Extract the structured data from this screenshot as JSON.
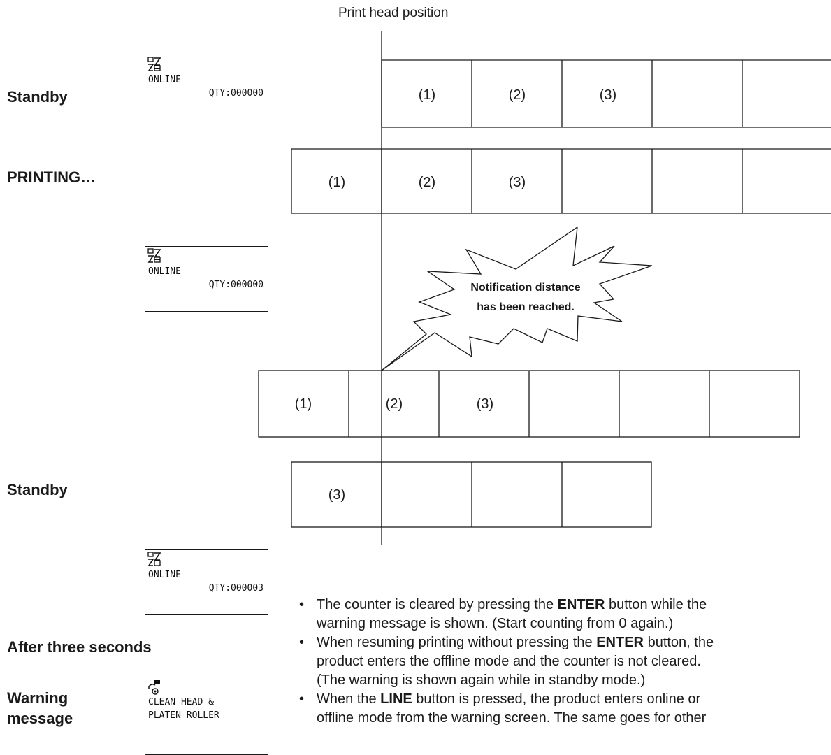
{
  "header": {
    "print_head_label": "Print head position"
  },
  "states": {
    "standby_1": "Standby",
    "printing": "PRINTING…",
    "standby_2": "Standby",
    "after_three_seconds": "After three seconds",
    "warning_line1": "Warning",
    "warning_line2": "message"
  },
  "lcd": {
    "online": "ONLINE",
    "qty_0": "QTY:000000",
    "qty_3": "QTY:000003",
    "warning_line1": "CLEAN HEAD &",
    "warning_line2": "PLATEN ROLLER"
  },
  "labels": {
    "l1": "(1)",
    "l2": "(2)",
    "l3": "(3)"
  },
  "callout": {
    "line1": "Notification distance",
    "line2": "has been reached."
  },
  "notes": [
    [
      {
        "t": "The counter is cleared by pressing the "
      },
      {
        "t": "ENTER",
        "b": true
      },
      {
        "t": " button while the"
      }
    ],
    [
      {
        "t": "warning message is shown. (Start counting from 0 again.)"
      }
    ],
    [
      {
        "t": "When resuming printing without pressing the "
      },
      {
        "t": "ENTER",
        "b": true
      },
      {
        "t": " button, the"
      }
    ],
    [
      {
        "t": "product enters the offline mode and the counter is not cleared."
      }
    ],
    [
      {
        "t": "(The warning is shown again while in standby mode.)"
      }
    ],
    [
      {
        "t": "When the "
      },
      {
        "t": "LINE",
        "b": true
      },
      {
        "t": " button is pressed, the product enters online or"
      }
    ],
    [
      {
        "t": "offline mode from the warning screen. The same goes for other"
      }
    ]
  ],
  "colors": {
    "ink": "#1a1a1a",
    "background": "#ffffff"
  }
}
